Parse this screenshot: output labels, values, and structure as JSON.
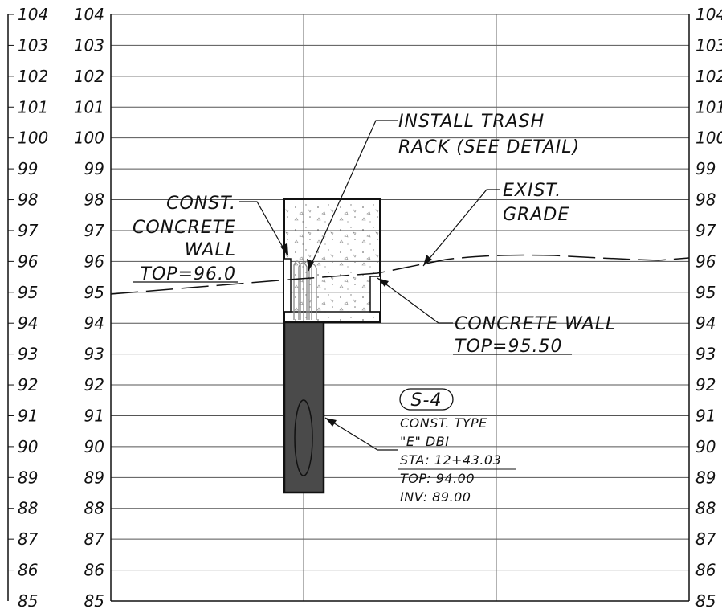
{
  "profile": {
    "elevations": [
      104,
      103,
      102,
      101,
      100,
      99,
      98,
      97,
      96,
      95,
      94,
      93,
      92,
      91,
      90,
      89,
      88,
      87,
      86,
      85
    ],
    "elevation_labels": [
      "104",
      "103",
      "102",
      "101",
      "100",
      "99",
      "98",
      "97",
      "96",
      "95",
      "94",
      "93",
      "92",
      "91",
      "90",
      "89",
      "88",
      "87",
      "86",
      "85"
    ]
  },
  "notes": {
    "trash_rack_line1": "INSTALL TRASH",
    "trash_rack_line2": "RACK (SEE DETAIL)",
    "exist_line1": "EXIST.",
    "exist_line2": "GRADE",
    "const_wall_line1": "CONST.",
    "const_wall_line2": "CONCRETE",
    "const_wall_line3": "WALL",
    "const_wall_line4": "TOP=96.0",
    "concrete_wall_line1": "CONCRETE WALL",
    "concrete_wall_line2": "TOP=95.50"
  },
  "structure": {
    "tag": "S-4",
    "line1": "CONST. TYPE",
    "line2": "\"E\" DBI",
    "line3": "STA: 12+43.03",
    "line4": "TOP: 94.00",
    "line5": "INV: 89.00"
  },
  "colors": {
    "line": "#111111",
    "grid": "#444444",
    "structure_fill": "#4a4a4a",
    "concrete_fill": "#ffffff"
  }
}
